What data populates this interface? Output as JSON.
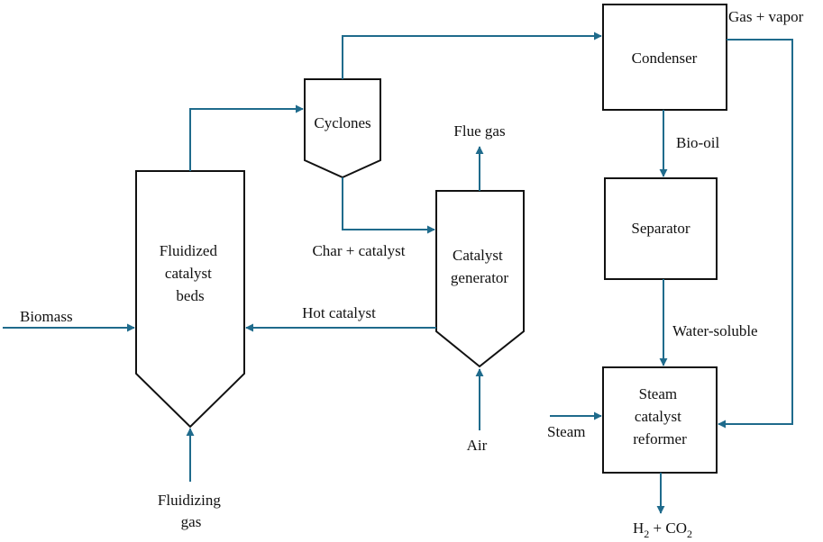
{
  "colors": {
    "flow": "#1f6b8c",
    "outline": "#111111"
  },
  "nodes": {
    "fluidized_bed": [
      "Fluidized",
      "catalyst",
      "beds"
    ],
    "cyclones": "Cyclones",
    "catalyst_generator": [
      "Catalyst",
      "generator"
    ],
    "condenser": "Condenser",
    "separator": "Separator",
    "reformer": [
      "Steam",
      "catalyst",
      "reformer"
    ]
  },
  "streams": {
    "biomass": "Biomass",
    "fluidizing_gas": [
      "Fluidizing",
      "gas"
    ],
    "hot_catalyst": "Hot catalyst",
    "char_catalyst": "Char + catalyst",
    "flue_gas": "Flue gas",
    "air": "Air",
    "gas_vapor": "Gas + vapor",
    "bio_oil": "Bio-oil",
    "water_soluble": "Water-soluble",
    "steam": "Steam",
    "product": {
      "h2": "H",
      "h2_sub": "2",
      "plus": " + CO",
      "co2_sub": "2"
    }
  }
}
